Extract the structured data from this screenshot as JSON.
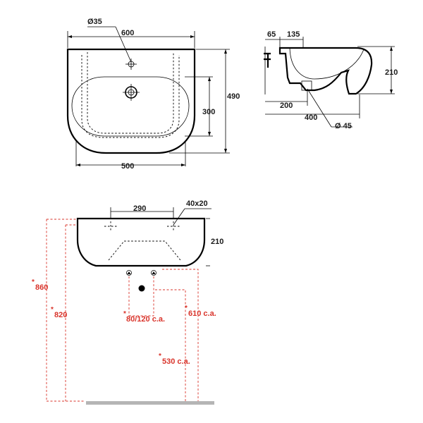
{
  "top_view": {
    "hole_label": "Ø35",
    "width_label": "600",
    "depth_label": "490",
    "bowl_label": "300",
    "base_label": "500"
  },
  "side_view": {
    "left_label": "65",
    "right_label": "135",
    "height_label": "210",
    "d200_label": "200",
    "d400_label": "400",
    "drain_label": "Ø 45"
  },
  "front_view": {
    "fixing_label": "290",
    "fixing_size_label": "40x20",
    "height_label": "210",
    "h860_label": "860",
    "h820_label": "820",
    "valves_label": "80/120 c.a.",
    "drain_height_label": "610 c.a.",
    "h530_label": "530 c.a.",
    "asterisk": "*"
  },
  "colors": {
    "line": "#000000",
    "red_dimension": "#d9342b",
    "floor": "#b5b5b5"
  }
}
